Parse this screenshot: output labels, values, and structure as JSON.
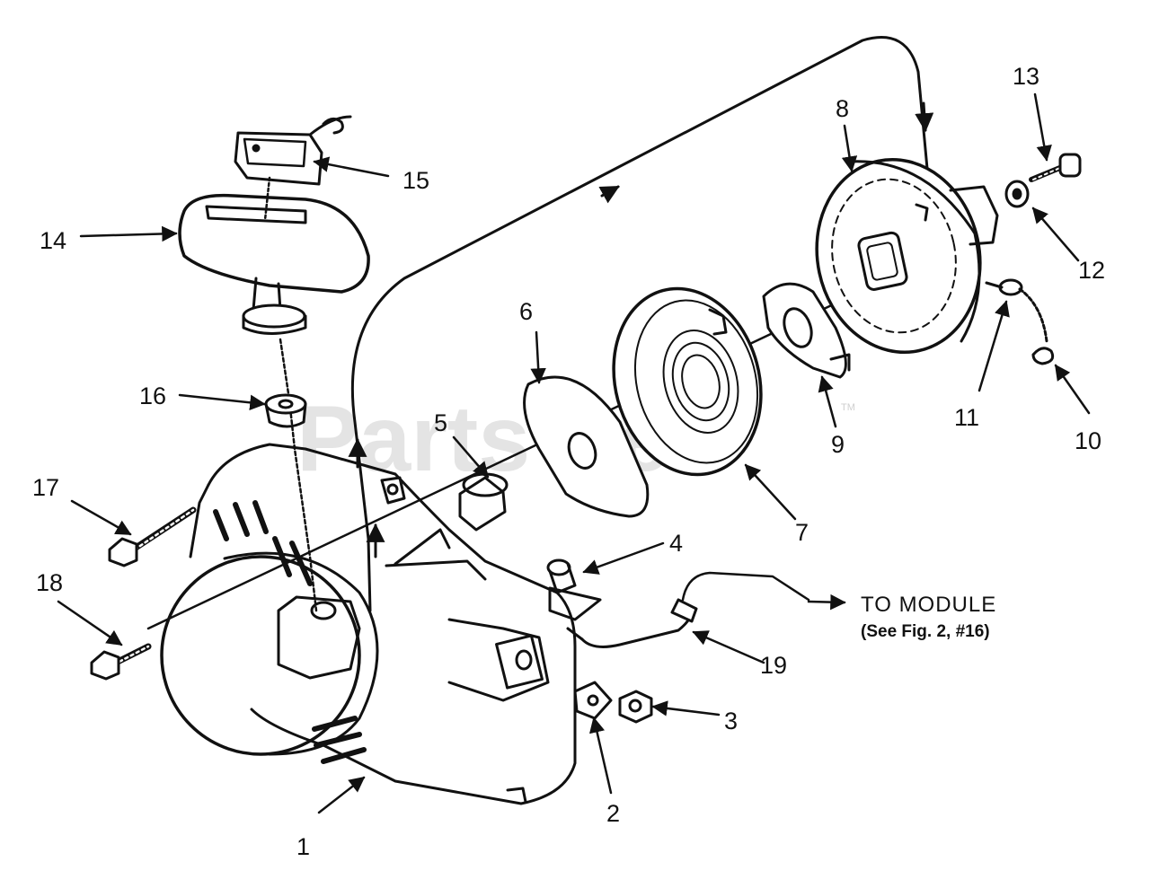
{
  "watermark": {
    "text": "PartsTree",
    "trademark": "TM"
  },
  "note": {
    "title": "TO MODULE",
    "subtitle": "(See Fig. 2, #16)"
  },
  "callouts": {
    "c1": "1",
    "c2": "2",
    "c3": "3",
    "c4": "4",
    "c5": "5",
    "c6": "6",
    "c7": "7",
    "c8": "8",
    "c9": "9",
    "c10": "10",
    "c11": "11",
    "c12": "12",
    "c13": "13",
    "c14": "14",
    "c15": "15",
    "c16": "16",
    "c17": "17",
    "c18": "18",
    "c19": "19"
  }
}
